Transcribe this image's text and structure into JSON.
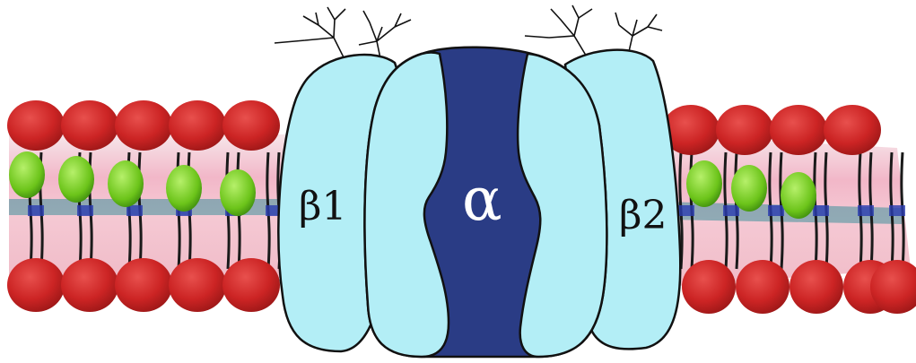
{
  "diagram": {
    "labels": {
      "beta1": "β1",
      "alpha": "α",
      "beta2": "β2"
    },
    "colors": {
      "beta_subunit": "#b3eef6",
      "alpha_subunit": "#2a3c85",
      "lipid_head": "#d42a2a",
      "lipid_head_dark": "#a51a1a",
      "cholesterol": "#7ed321",
      "membrane_pink": "#f2b7c8",
      "membrane_teal": "#3d8f9a",
      "membrane_blue": "#2b3cb0",
      "outline": "#111111"
    },
    "icons": {
      "glycan": "branched-glycan-icon",
      "phospholipid": "phospholipid-head-icon",
      "cholesterol": "cholesterol-icon"
    }
  }
}
